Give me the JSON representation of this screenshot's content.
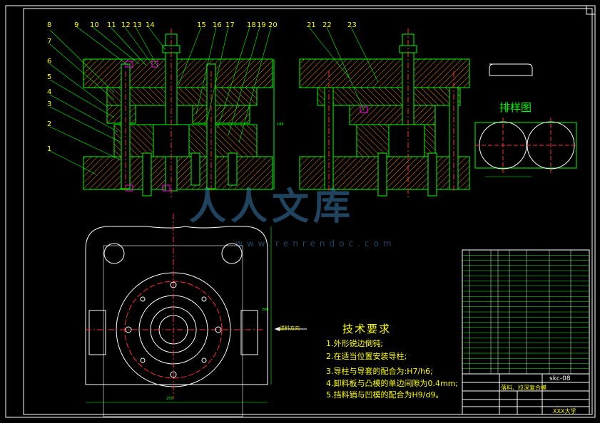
{
  "part_numbers_left": [
    "8",
    "9",
    "10",
    "11",
    "12",
    "13",
    "14",
    "15",
    "16",
    "17",
    "18",
    "19",
    "20"
  ],
  "part_numbers_side": [
    "7",
    "6",
    "5",
    "4",
    "3",
    "2",
    "1"
  ],
  "part_numbers_right": [
    "21",
    "22",
    "23"
  ],
  "layout_title": "排样图",
  "feed_direction": "送料方向",
  "tech_requirements": {
    "title": "技术要求",
    "items": [
      "1.外形锐边倒钝;",
      "2.在适当位置安装导柱;",
      "3.导柱与导套的配合为:H7/h6;",
      "4.卸料板与凸模的单边间隙为0.4mm;",
      "5.挡料销与凹模的配合为H9/d9。"
    ]
  },
  "title_block": {
    "drawing_name": "落料、拉深复合模",
    "drawing_number": "skc-08",
    "school": "XXX大学"
  },
  "watermark": {
    "main": "人人文库",
    "url": "www.renrendoc.com"
  },
  "colors": {
    "background": "#000000",
    "outline": "#00ff00",
    "hatch": "#ff8c00",
    "center": "#ff3030",
    "text": "#ffff00",
    "highlight": "#ff00ff",
    "white": "#ffffff"
  }
}
